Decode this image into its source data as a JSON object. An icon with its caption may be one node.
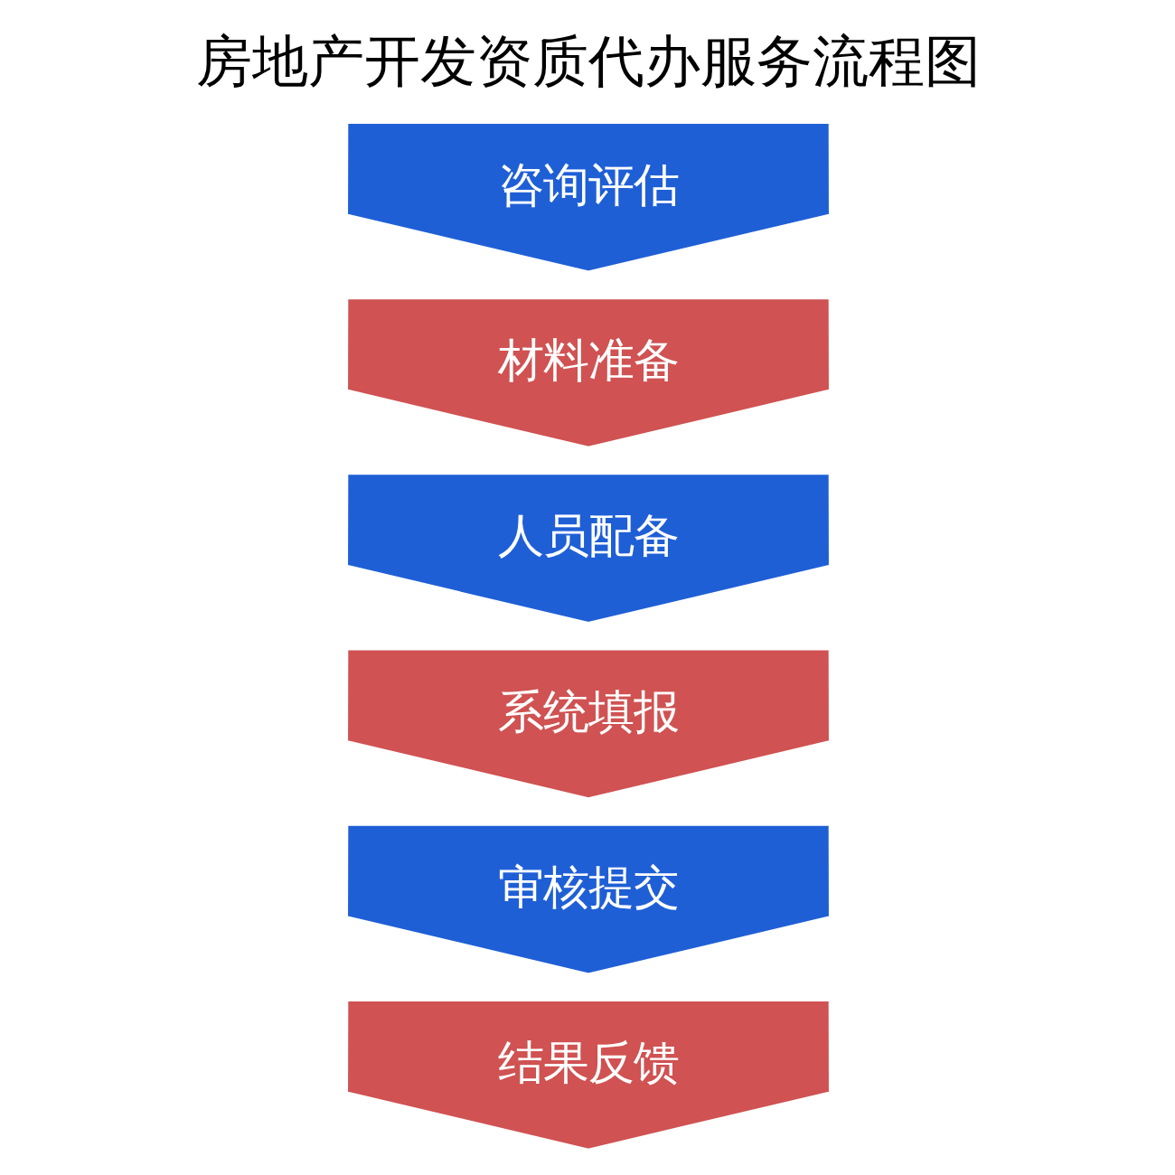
{
  "diagram": {
    "title": "房地产开发资质代办服务流程图",
    "nodes": [
      {
        "text": [
          "咨询评估"
        ]
      },
      {
        "text": [
          "材料准备"
        ]
      },
      {
        "text": [
          "人员配备"
        ]
      },
      {
        "text": [
          "系统填报"
        ]
      },
      {
        "text": [
          "审核提交"
        ]
      },
      {
        "text": [
          "结果反馈"
        ]
      }
    ],
    "edges": []
  }
}
